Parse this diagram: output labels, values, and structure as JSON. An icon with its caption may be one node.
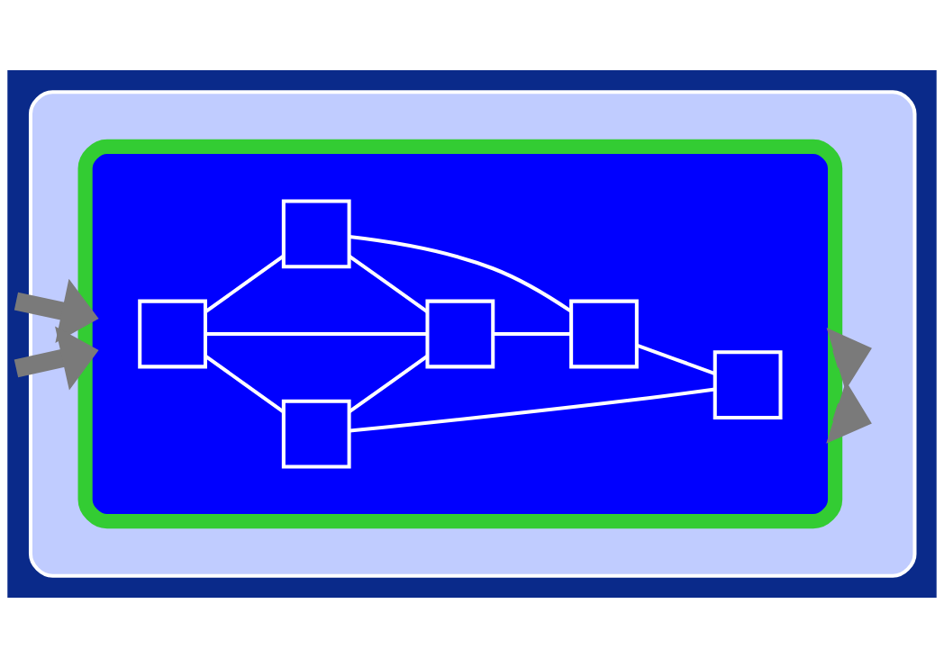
{
  "diagram": {
    "nodes": [
      {
        "text": [],
        "shape": "cloud"
      },
      {
        "text": [],
        "shape": "ellipse",
        "in": 0
      },
      {
        "text": [],
        "shape": "box",
        "in": 1
      },
      {
        "text": [],
        "shape": "box",
        "in": 1
      },
      {
        "text": [],
        "shape": "box",
        "in": 1
      },
      {
        "text": [],
        "shape": "box",
        "in": 1
      },
      {
        "text": [],
        "shape": "box",
        "in": 1
      },
      {
        "text": [],
        "shape": "box",
        "in": 1
      }
    ],
    "edges": [
      {
        "from": 2,
        "to": 4,
        "arrow": "none"
      },
      {
        "from": 2,
        "to": 5,
        "arrow": "none"
      },
      {
        "from": 2,
        "to": 3,
        "arrow": "none"
      },
      {
        "from": 4,
        "to": 6,
        "arrow": "none"
      },
      {
        "from": 4,
        "to": 5,
        "arrow": "none"
      },
      {
        "from": 5,
        "to": 6,
        "arrow": "none"
      },
      {
        "from": 6,
        "to": 7,
        "arrow": "none"
      },
      {
        "from": 3,
        "to": 5,
        "arrow": "none"
      },
      {
        "from": 3,
        "to": 7,
        "arrow": "none"
      },
      {
        "from": null,
        "to": 1,
        "arrow": "to",
        "style": "thick",
        "color": "#7a7a7a"
      },
      {
        "from": null,
        "to": 1,
        "arrow": "to",
        "style": "thick",
        "color": "#7a7a7a"
      },
      {
        "from": 1,
        "to": null,
        "arrow": "to",
        "style": "thick",
        "color": "#7a7a7a"
      },
      {
        "from": 1,
        "to": null,
        "arrow": "to",
        "style": "thick",
        "color": "#7a7a7a"
      }
    ]
  }
}
